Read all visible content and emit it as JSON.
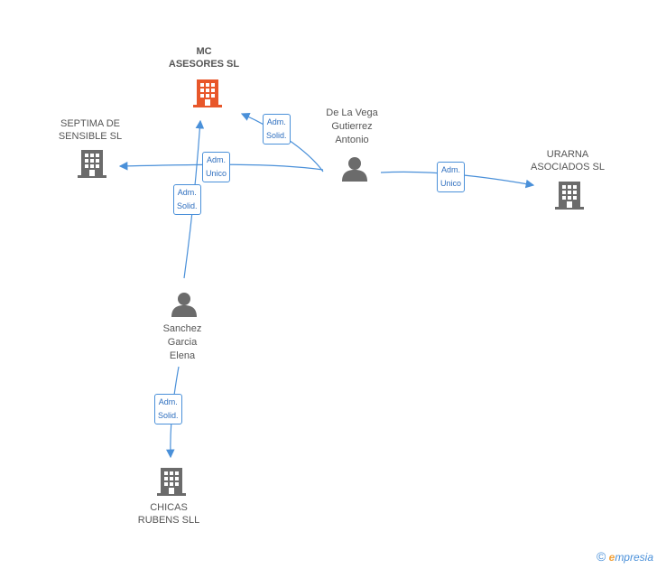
{
  "companies": {
    "mc": {
      "label_line1": "MC",
      "label_line2": "ASESORES SL",
      "color": "#e8572a"
    },
    "septima": {
      "label_line1": "SEPTIMA DE",
      "label_line2": "SENSIBLE SL",
      "color": "#6b6b6b"
    },
    "urarna": {
      "label_line1": "URARNA",
      "label_line2": "ASOCIADOS SL",
      "color": "#6b6b6b"
    },
    "chicas": {
      "label_line1": "CHICAS",
      "label_line2": "RUBENS SLL",
      "color": "#6b6b6b"
    }
  },
  "persons": {
    "delavega": {
      "line1": "De La Vega",
      "line2": "Gutierrez",
      "line3": "Antonio"
    },
    "sanchez": {
      "line1": "Sanchez",
      "line2": "Garcia",
      "line3": "Elena"
    }
  },
  "edges": {
    "e1": {
      "line1": "Adm.",
      "line2": "Solid."
    },
    "e2": {
      "line1": "Adm.",
      "line2": "Unico"
    },
    "e3": {
      "line1": "Adm.",
      "line2": "Solid."
    },
    "e4": {
      "line1": "Adm.",
      "line2": "Unico"
    },
    "e5": {
      "line1": "Adm.",
      "line2": "Solid."
    }
  },
  "footer": {
    "copyright": "©",
    "brand_first": "e",
    "brand_rest": "mpresia"
  },
  "colors": {
    "edge": "#4a90d9",
    "building": "#6b6b6b",
    "highlight": "#e8572a",
    "person": "#6b6b6b"
  }
}
